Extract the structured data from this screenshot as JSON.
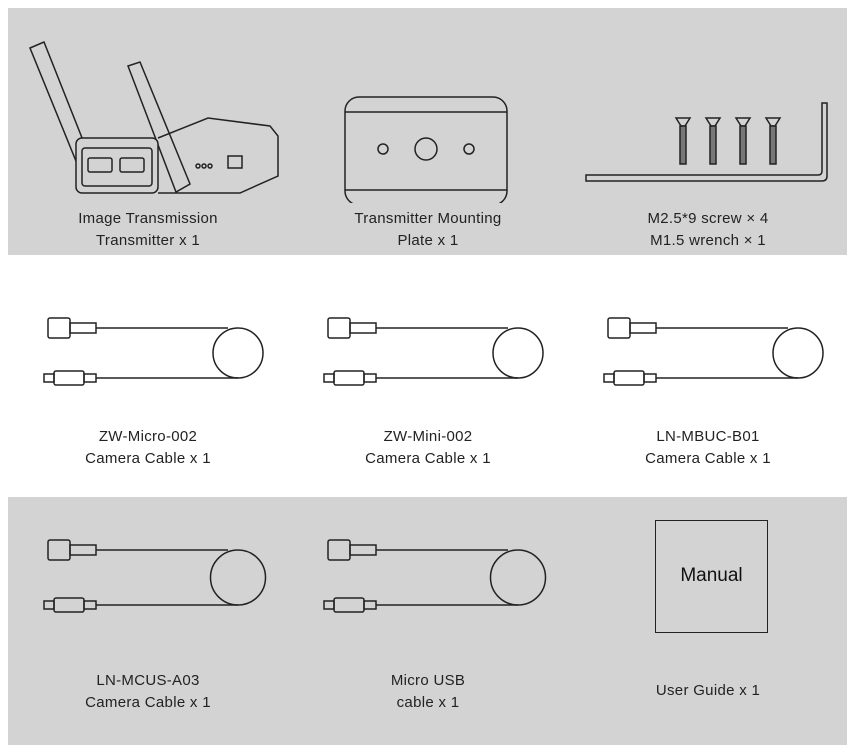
{
  "rows": [
    {
      "items": [
        {
          "line1": "Image Transmission",
          "line2": "Transmitter x 1"
        },
        {
          "line1": "Transmitter Mounting",
          "line2": "Plate x 1"
        },
        {
          "line1": "M2.5*9 screw × 4",
          "line2": "M1.5 wrench × 1"
        }
      ]
    },
    {
      "items": [
        {
          "line1": "ZW-Micro-002",
          "line2": "Camera Cable x 1"
        },
        {
          "line1": "ZW-Mini-002",
          "line2": "Camera Cable x 1"
        },
        {
          "line1": "LN-MBUC-B01",
          "line2": "Camera Cable x 1"
        }
      ]
    },
    {
      "items": [
        {
          "line1": "LN-MCUS-A03",
          "line2": "Camera Cable x 1"
        },
        {
          "line1": "Micro USB",
          "line2": "cable x 1"
        },
        {
          "line1": "User Guide x 1"
        }
      ]
    }
  ],
  "manual_cover_text": "Manual",
  "colors": {
    "panel": "#d3d3d3",
    "line": "#222222"
  }
}
